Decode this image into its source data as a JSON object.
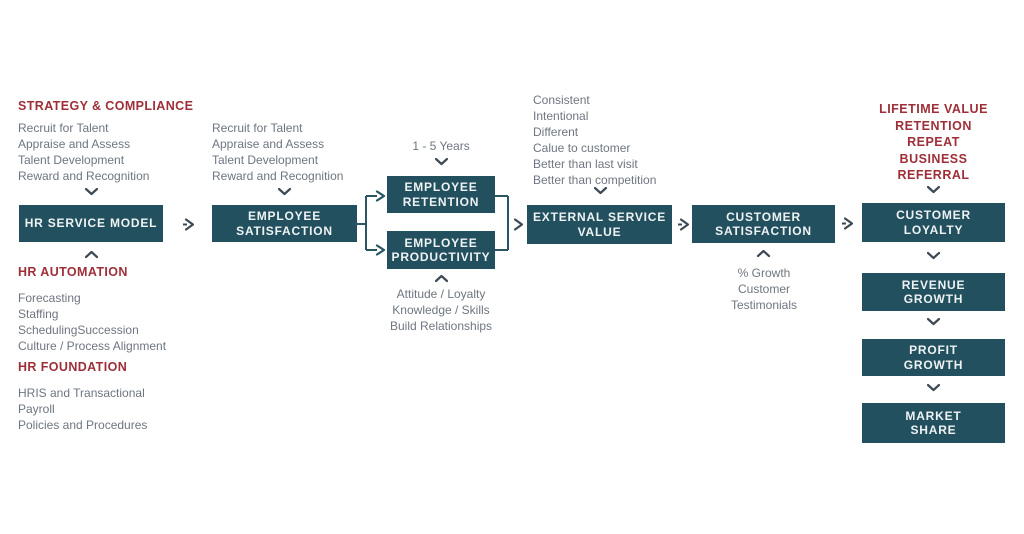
{
  "colors": {
    "teal": "#22505f",
    "red": "#9e2f39",
    "gray": "#6e7681",
    "arrow": "#3d4955"
  },
  "strategy": {
    "heading": "STRATEGY & COMPLIANCE",
    "items": [
      "Recruit for Talent",
      "Appraise and Assess",
      "Talent Development",
      "Reward and Recognition"
    ],
    "box": "HR SERVICE MODEL"
  },
  "automation": {
    "heading": "HR AUTOMATION",
    "items": [
      "Forecasting",
      "Staffing",
      "SchedulingSuccession",
      "Culture / Process Alignment"
    ]
  },
  "foundation": {
    "heading": "HR FOUNDATION",
    "items": [
      "HRIS and Transactional",
      "Payroll",
      "Policies and Procedures"
    ]
  },
  "satisfaction": {
    "items": [
      "Recruit for Talent",
      "Appraise and Assess",
      "Talent Development",
      "Reward and Recognition"
    ],
    "box": "EMPLOYEE SATISFACTION"
  },
  "retention": {
    "note": "1 - 5 Years",
    "box": "EMPLOYEE RETENTION"
  },
  "productivity": {
    "box": "EMPLOYEE PRODUCTIVITY",
    "items": [
      "Attitude / Loyalty",
      "Knowledge / Skills",
      "Build Relationships"
    ]
  },
  "external": {
    "items": [
      "Consistent",
      "Intentional",
      "Different",
      "Calue to customer",
      "Better than last visit",
      "Better than competition"
    ],
    "box": "EXTERNAL SERVICE VALUE"
  },
  "customer": {
    "box": "CUSTOMER SATISFACTION",
    "items": [
      "% Growth",
      "Customer",
      "Testimonials"
    ]
  },
  "loyalty": {
    "lines": [
      "LIFETIME VALUE",
      "RETENTION",
      "REPEAT",
      "BUSINESS",
      "REFERRAL"
    ],
    "box": "CUSTOMER LOYALTY"
  },
  "growth": {
    "revenue": "REVENUE GROWTH",
    "profit": "PROFIT GROWTH",
    "market": "MARKET SHARE"
  }
}
